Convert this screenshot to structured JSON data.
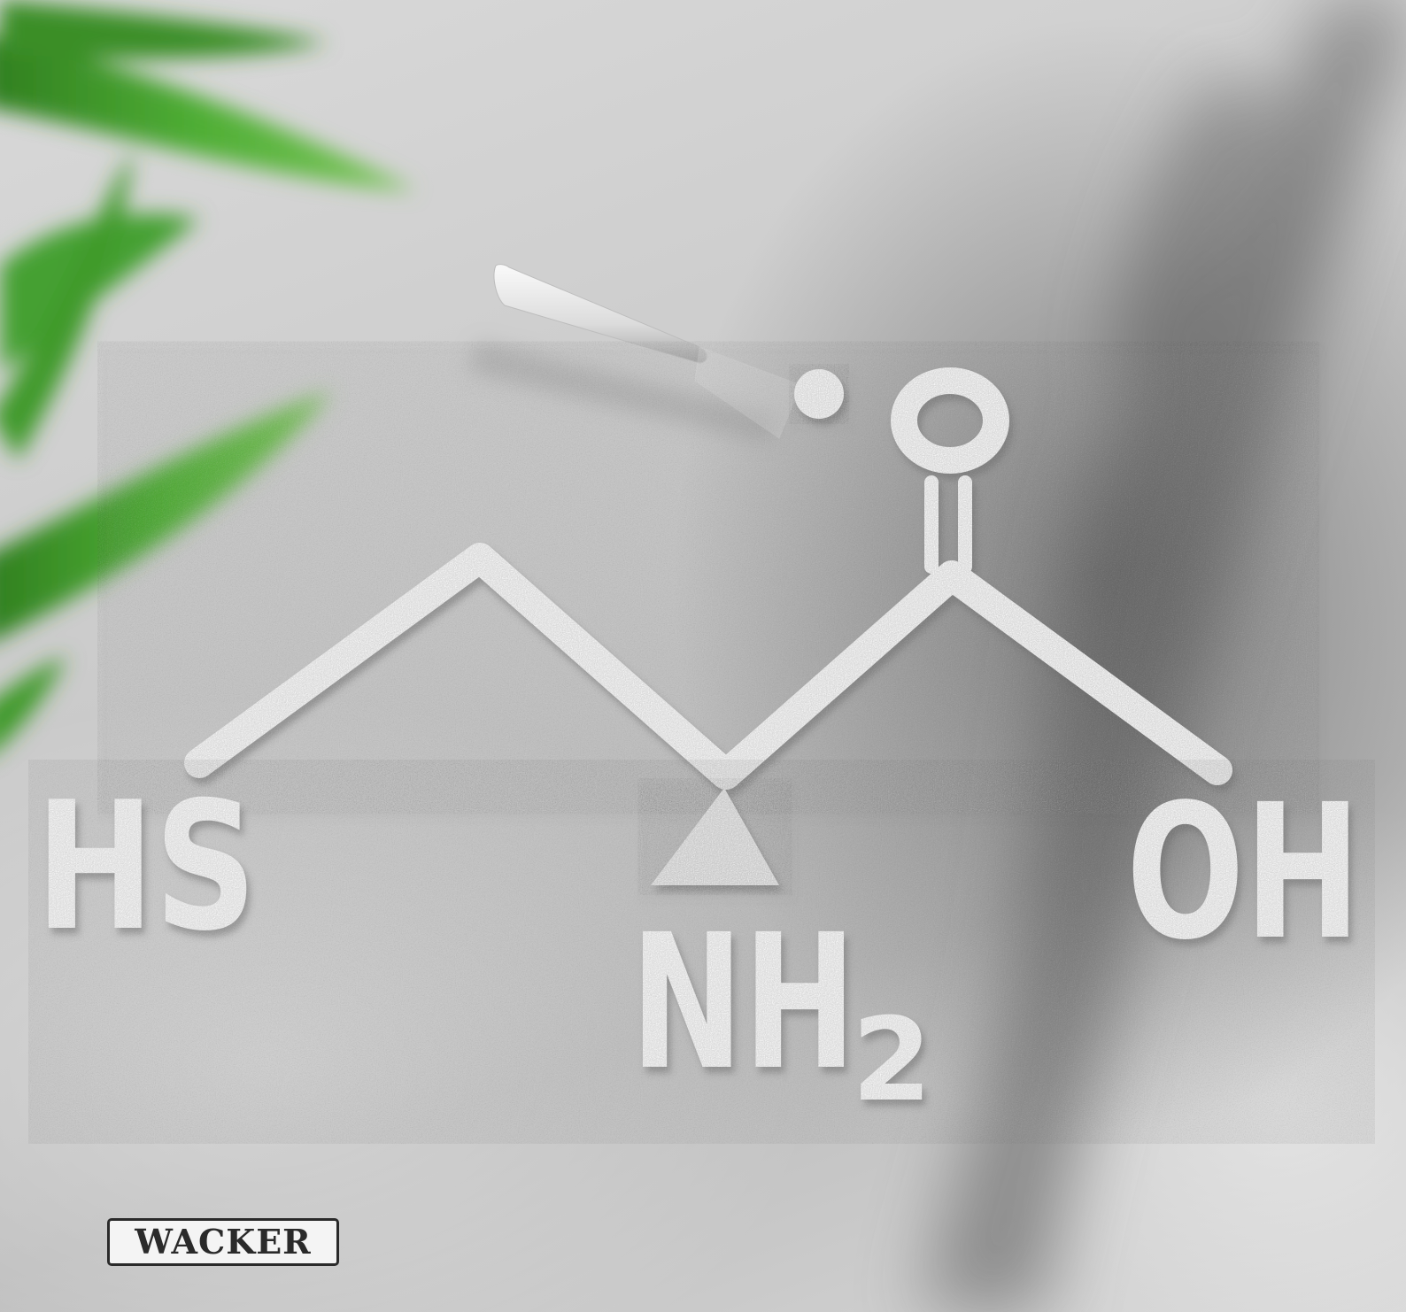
{
  "scene": {
    "surface_color": "#cfcfcf",
    "powder_color": "#f2f2f2",
    "leaf_color": "#3f9a2c",
    "shadow_color": "#5a5a5a"
  },
  "molecule": {
    "thiol_label": "HS",
    "amine_label": "NH",
    "amine_subscript": "2",
    "hydroxyl_label": "OH",
    "carbonyl_label": "O"
  },
  "logo": {
    "text": "WACKER"
  }
}
